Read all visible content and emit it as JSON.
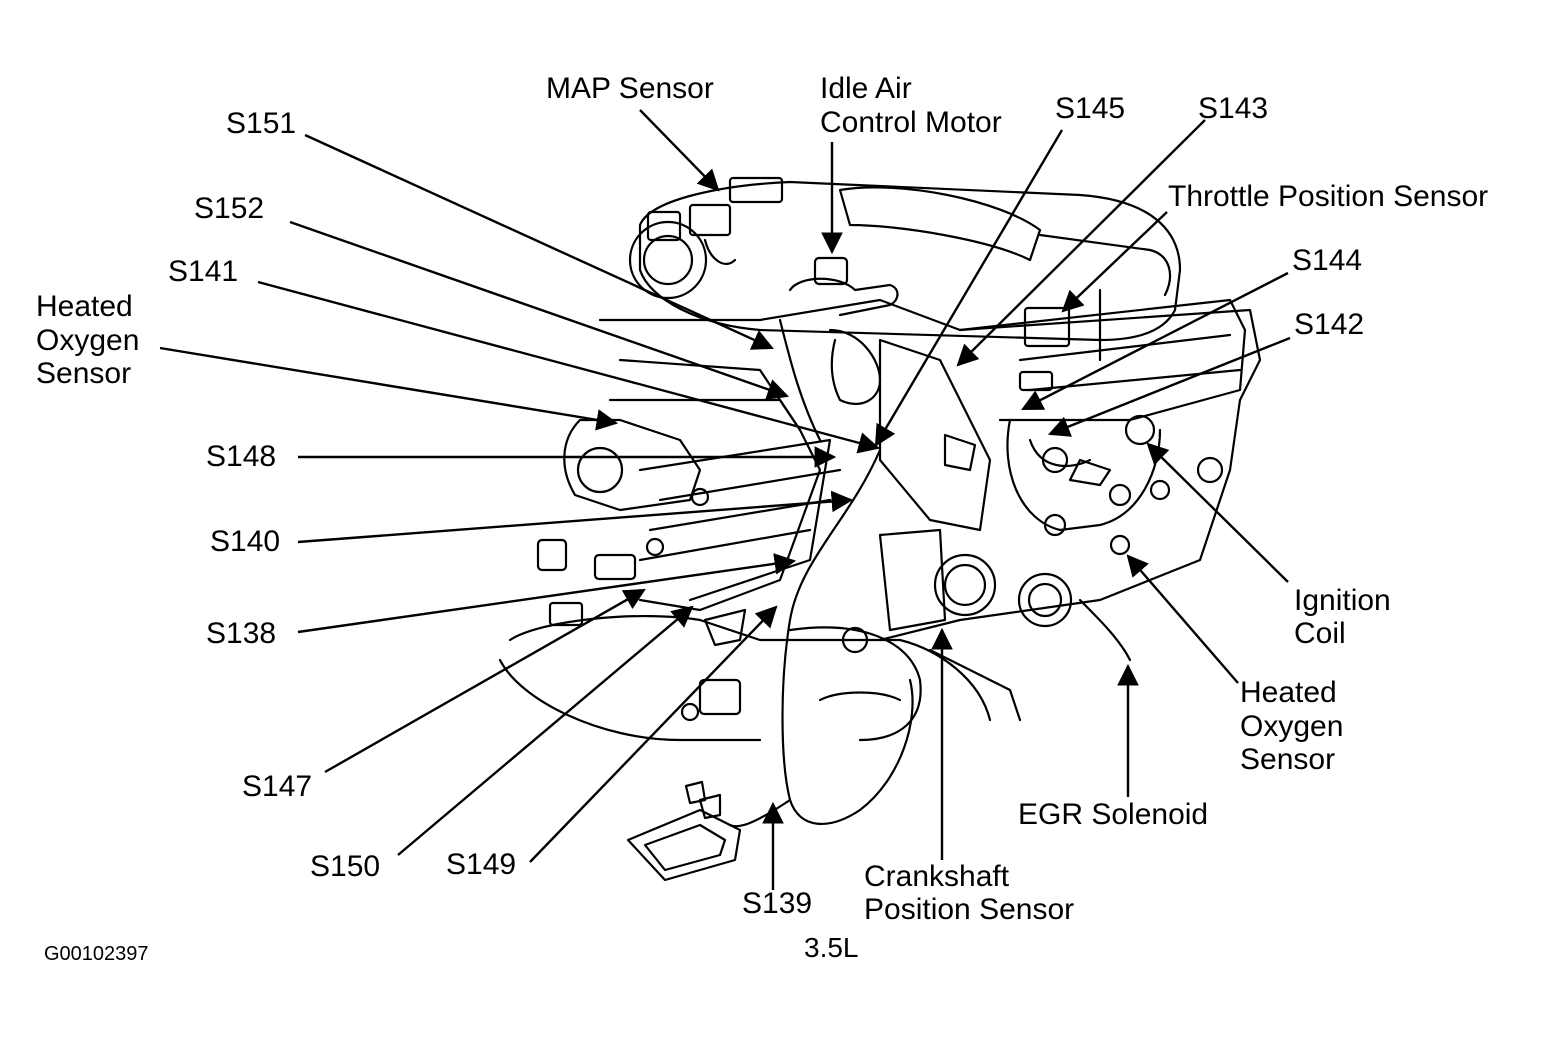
{
  "figure_id": "G00102397",
  "caption": "3.5L",
  "labels": {
    "map_sensor": "MAP Sensor",
    "iac_line1": "Idle Air",
    "iac_line2": "Control Motor",
    "s145": "S145",
    "s143": "S143",
    "s151": "S151",
    "tps": "Throttle Position Sensor",
    "s152": "S152",
    "s144": "S144",
    "s141": "S141",
    "s142": "S142",
    "ho2s_left_line1": "Heated",
    "ho2s_left_line2": "Oxygen",
    "ho2s_left_line3": "Sensor",
    "s148": "S148",
    "s140": "S140",
    "s138": "S138",
    "ign_line1": "Ignition",
    "ign_line2": "Coil",
    "ho2s_right_line1": "Heated",
    "ho2s_right_line2": "Oxygen",
    "ho2s_right_line3": "Sensor",
    "s147": "S147",
    "egr": "EGR Solenoid",
    "s150": "S150",
    "s149": "S149",
    "ckp_line1": "Crankshaft",
    "ckp_line2": "Position Sensor",
    "s139": "S139"
  }
}
